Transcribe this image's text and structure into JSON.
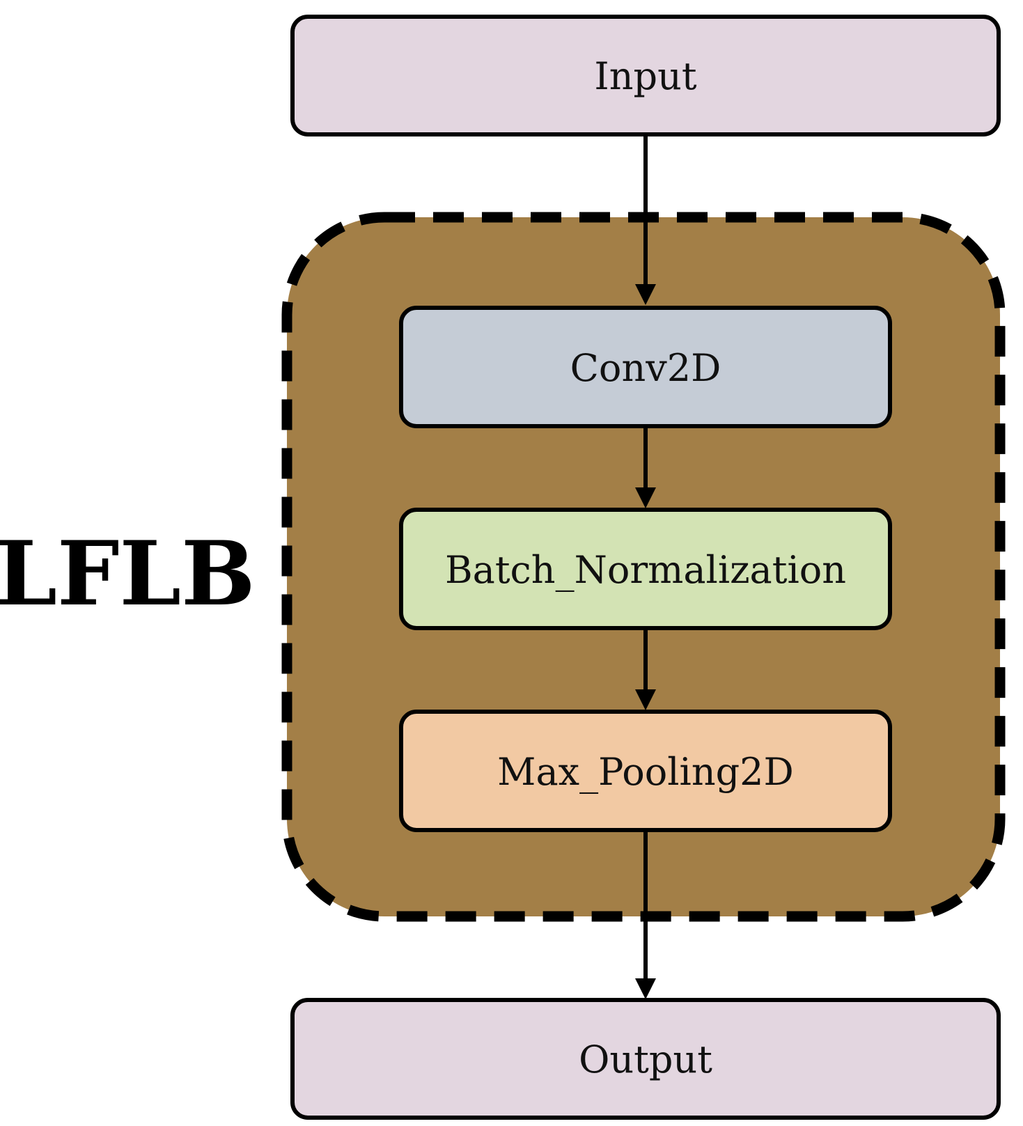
{
  "block_label": "LFLB",
  "nodes": {
    "input": {
      "label": "Input",
      "fill": "#e3d6e0"
    },
    "conv2d": {
      "label": "Conv2D",
      "fill": "#c5ccd6"
    },
    "batch_norm": {
      "label": "Batch_Normalization",
      "fill": "#d3e3b4"
    },
    "max_pool": {
      "label": "Max_Pooling2D",
      "fill": "#f2c9a3"
    },
    "output": {
      "label": "Output",
      "fill": "#e3d6e0"
    }
  },
  "block": {
    "fill": "#a37f47",
    "border": "#000000"
  },
  "edges": [
    {
      "from": "input",
      "to": "conv2d"
    },
    {
      "from": "conv2d",
      "to": "batch_norm"
    },
    {
      "from": "batch_norm",
      "to": "max_pool"
    },
    {
      "from": "max_pool",
      "to": "output"
    }
  ]
}
